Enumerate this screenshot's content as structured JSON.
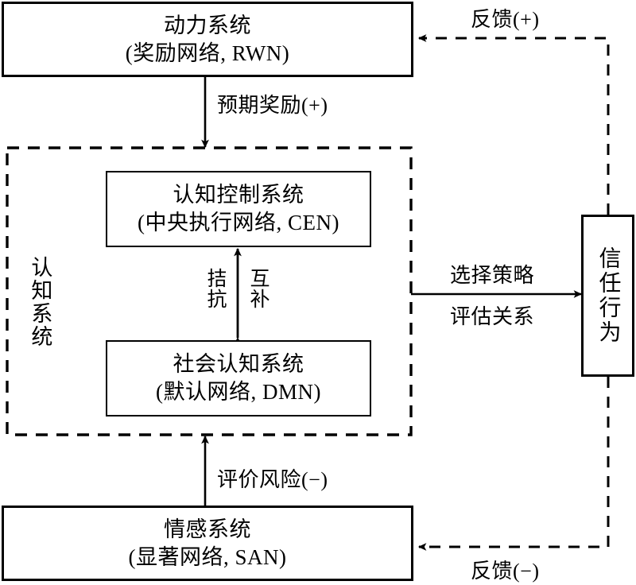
{
  "diagram": {
    "title_present": false,
    "colors": {
      "stroke": "#000000",
      "background": "#ffffff"
    },
    "nodes": {
      "motivation": {
        "line1": "动力系统",
        "line2": "(奖励网络, RWN)"
      },
      "cognitive_control": {
        "line1": "认知控制系统",
        "line2": "(中央执行网络, CEN)"
      },
      "social_cognition": {
        "line1": "社会认知系统",
        "line2": "(默认网络, DMN)"
      },
      "emotion": {
        "line1": "情感系统",
        "line2": "(显著网络, SAN)"
      },
      "cognitive_system_group": {
        "label": "认知系统"
      },
      "trust_behavior": {
        "label": "信任行为"
      }
    },
    "edges": {
      "expected_reward": {
        "label": "预期奖励(+)",
        "style": "solid",
        "direction": "down"
      },
      "antagonism": {
        "label": "拮抗",
        "style": "solid",
        "direction": "bidirectional"
      },
      "complementarity": {
        "label": "互补",
        "style": "solid",
        "direction": "bidirectional"
      },
      "choose_strategy": {
        "label": "选择策略",
        "style": "solid",
        "direction": "right"
      },
      "evaluate_relation": {
        "label": "评估关系",
        "style": "solid",
        "direction": "right"
      },
      "evaluate_risk": {
        "label": "评价风险(−)",
        "style": "solid",
        "direction": "up"
      },
      "feedback_positive": {
        "label": "反馈(+)",
        "style": "dashed",
        "direction": "left"
      },
      "feedback_negative": {
        "label": "反馈(−)",
        "style": "dashed",
        "direction": "left"
      }
    }
  }
}
